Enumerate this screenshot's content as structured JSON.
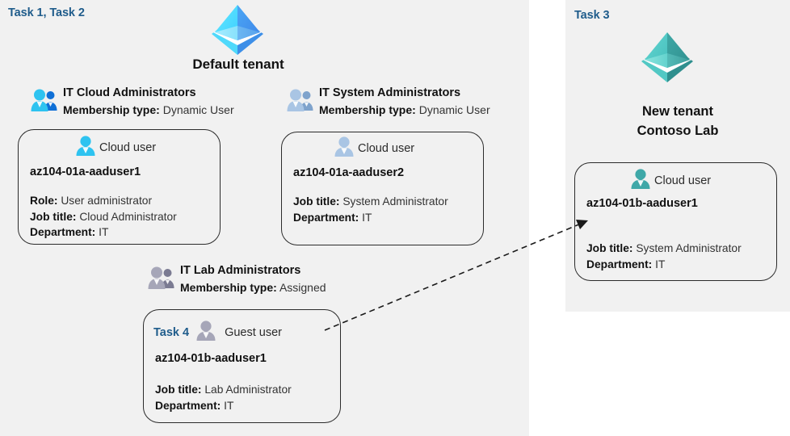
{
  "panels": {
    "left": {
      "task_label": "Task 1, Task 2"
    },
    "right": {
      "task_label": "Task 3"
    }
  },
  "tenants": {
    "default": {
      "title": "Default tenant",
      "icon": "azure-ad-tenant-icon",
      "icon_color": "#3fc8f0"
    },
    "new": {
      "title_line1": "New  tenant",
      "title_line2": "Contoso Lab",
      "icon": "azure-ad-tenant-icon",
      "icon_color": "#3cb5b0"
    }
  },
  "groups": [
    {
      "id": "it-cloud-administrators",
      "name": "IT Cloud Administrators",
      "meta_label": "Membership type:",
      "meta_value": "Dynamic User",
      "icon": "group-users-icon",
      "icon_color": "#2ec3f0"
    },
    {
      "id": "it-system-administrators",
      "name": "IT System Administrators",
      "meta_label": "Membership type:",
      "meta_value": "Dynamic User",
      "icon": "group-users-icon",
      "icon_color": "#9fbcdd"
    },
    {
      "id": "it-lab-administrators",
      "name": "IT Lab Administrators",
      "meta_label": "Membership type:",
      "meta_value": "Assigned",
      "icon": "group-users-icon",
      "icon_color": "#9a9aae"
    }
  ],
  "cards": [
    {
      "id": "az104-01a-aaduser1",
      "task_badge": "",
      "user_type": "Cloud user",
      "user_icon": "cloud-user-icon",
      "icon_color": "#2ec3f0",
      "username": "az104-01a-aaduser1",
      "props": [
        {
          "label": "Role:",
          "value": "User administrator"
        },
        {
          "label": "Job title:",
          "value": "Cloud Administrator"
        },
        {
          "label": "Department:",
          "value": "IT"
        }
      ]
    },
    {
      "id": "az104-01a-aaduser2",
      "task_badge": "",
      "user_type": "Cloud user",
      "user_icon": "cloud-user-icon",
      "icon_color": "#9fbcdd",
      "username": "az104-01a-aaduser2",
      "props": [
        {
          "label": "Job title:",
          "value": "System Administrator"
        },
        {
          "label": "Department:",
          "value": "IT"
        }
      ]
    },
    {
      "id": "az104-01b-aaduser1-guest",
      "task_badge": "Task 4",
      "user_type": "Guest user",
      "user_icon": "guest-user-icon",
      "icon_color": "#9a9aae",
      "username": "az104-01b-aaduser1",
      "props": [
        {
          "label": "Job title:",
          "value": "Lab Administrator"
        },
        {
          "label": "Department:",
          "value": "IT"
        }
      ]
    },
    {
      "id": "az104-01b-aaduser1-new-tenant",
      "task_badge": "",
      "user_type": "Cloud user",
      "user_icon": "cloud-user-icon",
      "icon_color": "#3fa8a8",
      "username": "az104-01b-aaduser1",
      "props": [
        {
          "label": "Job title:",
          "value": "System Administrator"
        },
        {
          "label": "Department:",
          "value": "IT"
        }
      ]
    }
  ],
  "connector": {
    "name": "guest-to-new-tenant-arrow",
    "style": "dashed",
    "color": "#1a1a1a"
  },
  "colors": {
    "panel_bg": "#f1f1f1",
    "page_bg": "#ffffff",
    "task_blue": "#1f5c8b",
    "text_dark": "#111111",
    "text_body": "#333333",
    "card_border": "#2b2b2b"
  }
}
